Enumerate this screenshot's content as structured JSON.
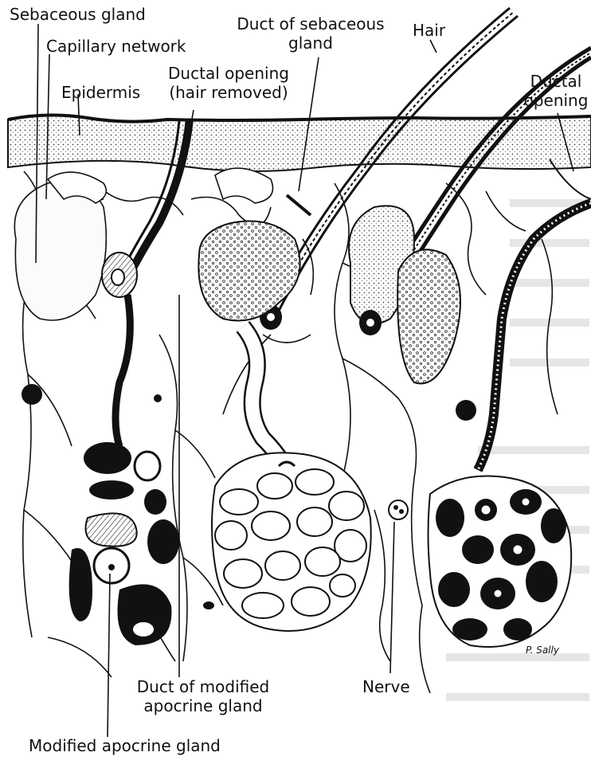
{
  "labels": {
    "sebaceous_gland": "Sebaceous gland",
    "capillary_network": "Capillary network",
    "epidermis": "Epidermis",
    "ductal_opening_removed_1": "Ductal opening",
    "ductal_opening_removed_2": "(hair removed)",
    "duct_sebaceous_1": "Duct of sebaceous",
    "duct_sebaceous_2": "gland",
    "hair": "Hair",
    "ductal_opening_1": "Ductal",
    "ductal_opening_2": "opening",
    "duct_modified_1": "Duct of modified",
    "duct_modified_2": "apocrine gland",
    "nerve": "Nerve",
    "modified_apocrine": "Modified apocrine gland"
  },
  "signature": "P. Sally",
  "colors": {
    "ink": "#111111",
    "paper": "#ffffff",
    "stipple": "#d9d9d9",
    "background_text": "#e6e6e6"
  }
}
